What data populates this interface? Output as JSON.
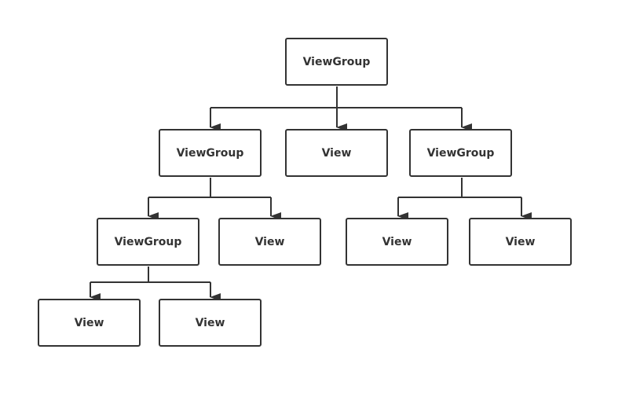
{
  "diagram": {
    "nodes": [
      {
        "id": "root",
        "label": "ViewGroup",
        "type": "viewgroup"
      },
      {
        "id": "l1_a",
        "label": "ViewGroup",
        "type": "viewgroup"
      },
      {
        "id": "l1_b",
        "label": "View",
        "type": "view"
      },
      {
        "id": "l1_c",
        "label": "ViewGroup",
        "type": "viewgroup"
      },
      {
        "id": "l2_a",
        "label": "ViewGroup",
        "type": "viewgroup"
      },
      {
        "id": "l2_b",
        "label": "View",
        "type": "view"
      },
      {
        "id": "l2_c",
        "label": "View",
        "type": "view"
      },
      {
        "id": "l2_d",
        "label": "View",
        "type": "view"
      },
      {
        "id": "l3_a",
        "label": "View",
        "type": "view"
      },
      {
        "id": "l3_b",
        "label": "View",
        "type": "view"
      }
    ],
    "edges": [
      {
        "from": "root",
        "to": "l1_a"
      },
      {
        "from": "root",
        "to": "l1_b"
      },
      {
        "from": "root",
        "to": "l1_c"
      },
      {
        "from": "l1_a",
        "to": "l2_a"
      },
      {
        "from": "l1_a",
        "to": "l2_b"
      },
      {
        "from": "l1_c",
        "to": "l2_c"
      },
      {
        "from": "l1_c",
        "to": "l2_d"
      },
      {
        "from": "l2_a",
        "to": "l3_a"
      },
      {
        "from": "l2_a",
        "to": "l3_b"
      }
    ],
    "colors": {
      "stroke": "#333333",
      "text": "#333333",
      "background": "#ffffff"
    }
  }
}
